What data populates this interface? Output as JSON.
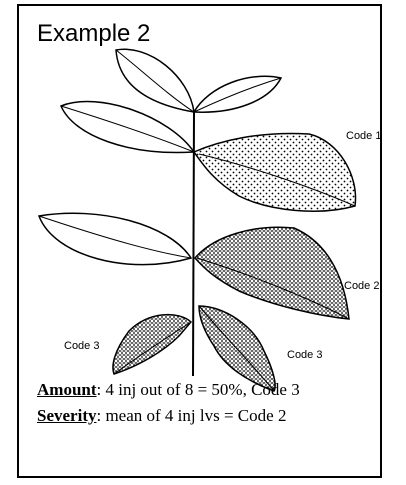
{
  "title": "Example 2",
  "codes": {
    "top_right": "Code 1",
    "mid_right": "Code 2",
    "bottom_left": "Code 3",
    "bottom_right": "Code 3"
  },
  "amount": {
    "label": "Amount",
    "text": ": 4 inj out of 8 = 50%, Code 3"
  },
  "severity": {
    "label": "Severity",
    "text": ": mean of 4 inj lvs = Code 2"
  }
}
